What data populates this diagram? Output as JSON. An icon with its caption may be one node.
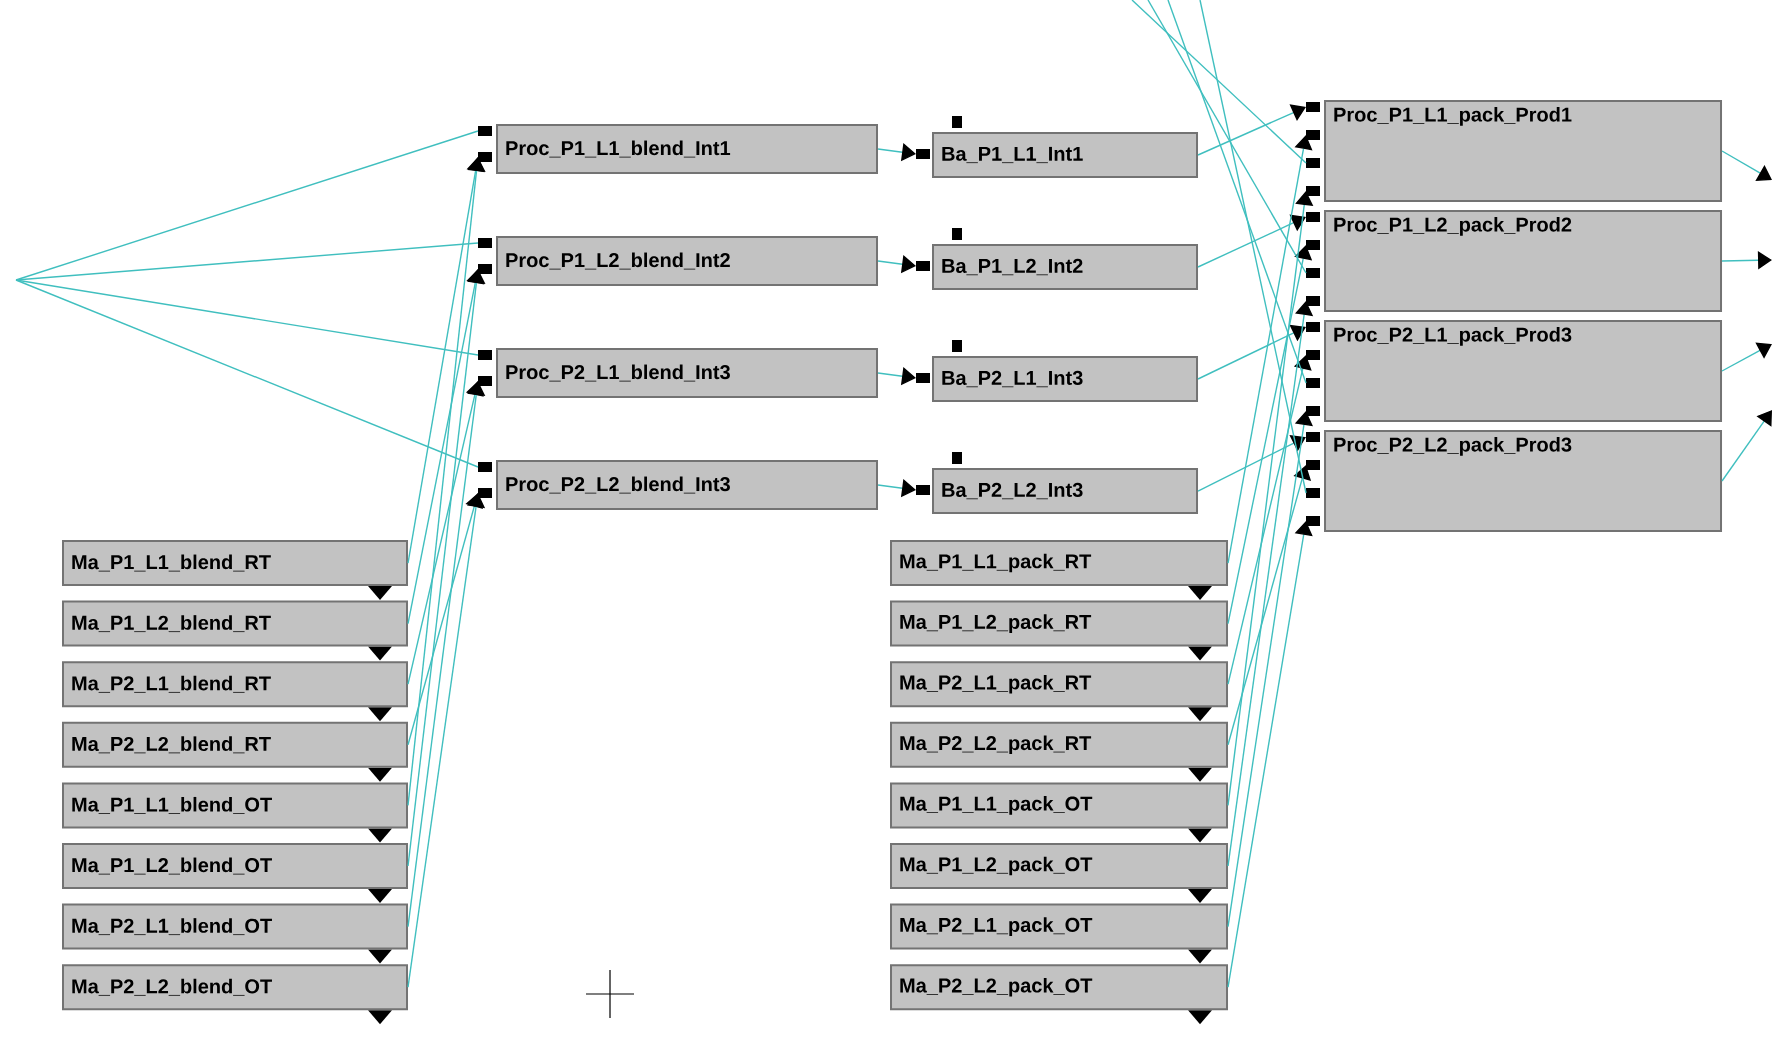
{
  "diagram": {
    "nodes": [
      {
        "text": [
          "Proc_P1_L1_blend_Int1"
        ]
      },
      {
        "text": [
          "Proc_P1_L2_blend_Int2"
        ]
      },
      {
        "text": [
          "Proc_P2_L1_blend_Int3"
        ]
      },
      {
        "text": [
          "Proc_P2_L2_blend_Int3"
        ]
      },
      {
        "text": [
          "Ba_P1_L1_Int1"
        ]
      },
      {
        "text": [
          "Ba_P1_L2_Int2"
        ]
      },
      {
        "text": [
          "Ba_P2_L1_Int3"
        ]
      },
      {
        "text": [
          "Ba_P2_L2_Int3"
        ]
      },
      {
        "text": [
          "Proc_P1_L1_pack_Prod1"
        ]
      },
      {
        "text": [
          "Proc_P1_L2_pack_Prod2"
        ]
      },
      {
        "text": [
          "Proc_P2_L1_pack_Prod3"
        ]
      },
      {
        "text": [
          "Proc_P2_L2_pack_Prod3"
        ]
      },
      {
        "text": [
          "Ma_P1_L1_blend_RT"
        ]
      },
      {
        "text": [
          "Ma_P1_L2_blend_RT"
        ]
      },
      {
        "text": [
          "Ma_P2_L1_blend_RT"
        ]
      },
      {
        "text": [
          "Ma_P2_L2_blend_RT"
        ]
      },
      {
        "text": [
          "Ma_P1_L1_blend_OT"
        ]
      },
      {
        "text": [
          "Ma_P1_L2_blend_OT"
        ]
      },
      {
        "text": [
          "Ma_P2_L1_blend_OT"
        ]
      },
      {
        "text": [
          "Ma_P2_L2_blend_OT"
        ]
      },
      {
        "text": [
          "Ma_P1_L1_pack_RT"
        ]
      },
      {
        "text": [
          "Ma_P1_L2_pack_RT"
        ]
      },
      {
        "text": [
          "Ma_P2_L1_pack_RT"
        ]
      },
      {
        "text": [
          "Ma_P2_L2_pack_RT"
        ]
      },
      {
        "text": [
          "Ma_P1_L1_pack_OT"
        ]
      },
      {
        "text": [
          "Ma_P1_L2_pack_OT"
        ]
      },
      {
        "text": [
          "Ma_P2_L1_pack_OT"
        ]
      },
      {
        "text": [
          "Ma_P2_L2_pack_OT"
        ]
      }
    ],
    "edges": [
      {
        "from": null,
        "to": 0,
        "arrow": "none"
      },
      {
        "from": null,
        "to": 1,
        "arrow": "none"
      },
      {
        "from": null,
        "to": 2,
        "arrow": "none"
      },
      {
        "from": null,
        "to": 3,
        "arrow": "none"
      },
      {
        "from": 12,
        "to": 0,
        "arrow": "to"
      },
      {
        "from": 13,
        "to": 1,
        "arrow": "to"
      },
      {
        "from": 14,
        "to": 2,
        "arrow": "to"
      },
      {
        "from": 15,
        "to": 3,
        "arrow": "to"
      },
      {
        "from": 16,
        "to": 0,
        "arrow": "to"
      },
      {
        "from": 17,
        "to": 1,
        "arrow": "to"
      },
      {
        "from": 18,
        "to": 2,
        "arrow": "to"
      },
      {
        "from": 19,
        "to": 3,
        "arrow": "to"
      },
      {
        "from": 0,
        "to": 4,
        "arrow": "to"
      },
      {
        "from": 1,
        "to": 5,
        "arrow": "to"
      },
      {
        "from": 2,
        "to": 6,
        "arrow": "to"
      },
      {
        "from": 3,
        "to": 7,
        "arrow": "to"
      },
      {
        "from": 4,
        "to": 8,
        "arrow": "to"
      },
      {
        "from": 5,
        "to": 9,
        "arrow": "to"
      },
      {
        "from": 6,
        "to": 10,
        "arrow": "to"
      },
      {
        "from": 7,
        "to": 11,
        "arrow": "to"
      },
      {
        "from": 20,
        "to": 8,
        "arrow": "to"
      },
      {
        "from": 21,
        "to": 9,
        "arrow": "to"
      },
      {
        "from": 22,
        "to": 10,
        "arrow": "to"
      },
      {
        "from": 23,
        "to": 11,
        "arrow": "to"
      },
      {
        "from": 24,
        "to": 8,
        "arrow": "to"
      },
      {
        "from": 25,
        "to": 9,
        "arrow": "to"
      },
      {
        "from": 26,
        "to": 10,
        "arrow": "to"
      },
      {
        "from": 27,
        "to": 11,
        "arrow": "to"
      },
      {
        "from": null,
        "to": 8,
        "arrow": "none"
      },
      {
        "from": null,
        "to": 9,
        "arrow": "none"
      },
      {
        "from": null,
        "to": 10,
        "arrow": "none"
      },
      {
        "from": null,
        "to": 11,
        "arrow": "none"
      },
      {
        "from": 8,
        "to": null,
        "arrow": "to"
      },
      {
        "from": 9,
        "to": null,
        "arrow": "to"
      },
      {
        "from": 10,
        "to": null,
        "arrow": "to"
      },
      {
        "from": 11,
        "to": null,
        "arrow": "to"
      }
    ]
  }
}
